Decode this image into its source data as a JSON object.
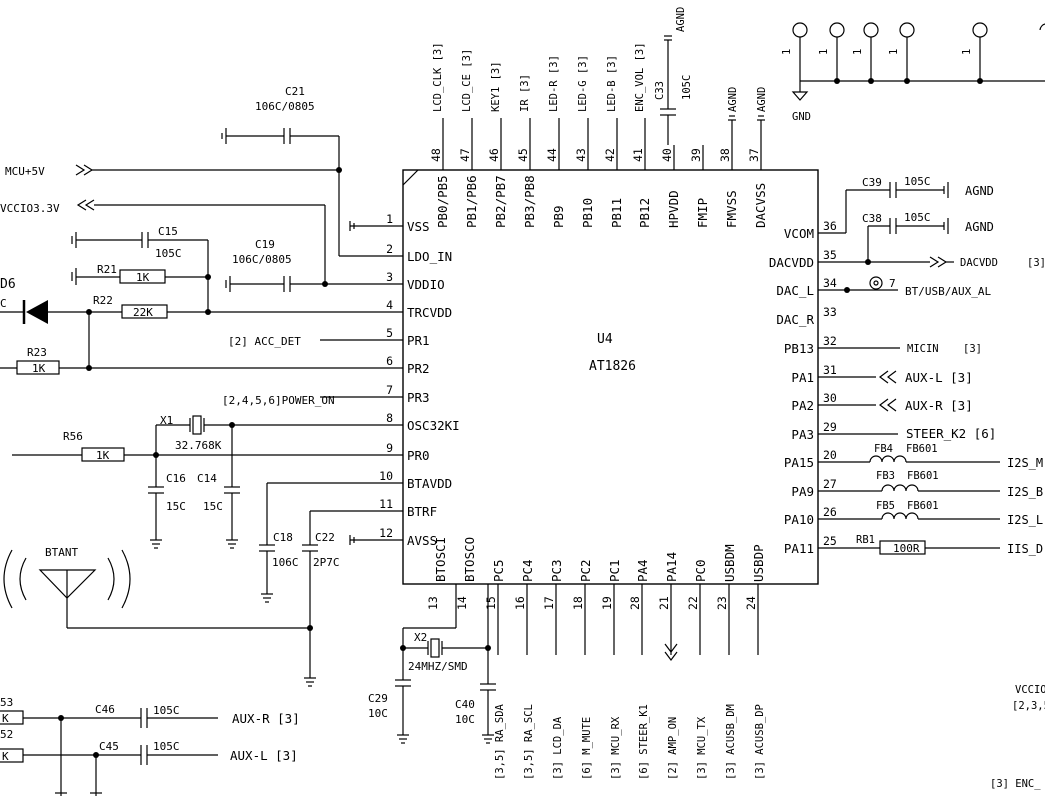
{
  "chip": {
    "ref": "U4",
    "part": "AT1826"
  },
  "left_pins": [
    {
      "num": "1",
      "name": "VSS"
    },
    {
      "num": "2",
      "name": "LDO_IN"
    },
    {
      "num": "3",
      "name": "VDDIO"
    },
    {
      "num": "4",
      "name": "TRCVDD"
    },
    {
      "num": "5",
      "name": "PR1"
    },
    {
      "num": "6",
      "name": "PR2"
    },
    {
      "num": "7",
      "name": "PR3"
    },
    {
      "num": "8",
      "name": "OSC32KI"
    },
    {
      "num": "9",
      "name": "PR0"
    },
    {
      "num": "10",
      "name": "BTAVDD"
    },
    {
      "num": "11",
      "name": "BTRF"
    },
    {
      "num": "12",
      "name": "AVSS"
    }
  ],
  "top_pins": [
    {
      "num": "48",
      "name": "PB0/PB5",
      "net": "LCD_CLK [3]"
    },
    {
      "num": "47",
      "name": "PB1/PB6",
      "net": "LCD_CE [3]"
    },
    {
      "num": "46",
      "name": "PB2/PB7",
      "net": "KEY1 [3]"
    },
    {
      "num": "45",
      "name": "PB3/PB8",
      "net": "IR [3]"
    },
    {
      "num": "44",
      "name": "PB9",
      "net": "LED-R [3]"
    },
    {
      "num": "43",
      "name": "PB10",
      "net": "LED-G [3]"
    },
    {
      "num": "42",
      "name": "PB11",
      "net": "LED-B [3]"
    },
    {
      "num": "41",
      "name": "PB12",
      "net": "ENC_VOL [3]"
    },
    {
      "num": "40",
      "name": "HPVDD",
      "net": ""
    },
    {
      "num": "39",
      "name": "FMIP",
      "net": ""
    },
    {
      "num": "38",
      "name": "FMVSS",
      "net": "AGND"
    },
    {
      "num": "37",
      "name": "DACVSS",
      "net": "AGND"
    }
  ],
  "right_pins": [
    {
      "num": "36",
      "name": "VCOM"
    },
    {
      "num": "35",
      "name": "DACVDD"
    },
    {
      "num": "34",
      "name": "DAC_L"
    },
    {
      "num": "33",
      "name": "DAC_R"
    },
    {
      "num": "32",
      "name": "PB13"
    },
    {
      "num": "31",
      "name": "PA1"
    },
    {
      "num": "30",
      "name": "PA2"
    },
    {
      "num": "29",
      "name": "PA3"
    },
    {
      "num": "20",
      "name": "PA15"
    },
    {
      "num": "27",
      "name": "PA9"
    },
    {
      "num": "26",
      "name": "PA10"
    },
    {
      "num": "25",
      "name": "PA11"
    }
  ],
  "bottom_pins": [
    {
      "num": "13",
      "name": "BTOSCI",
      "net": ""
    },
    {
      "num": "14",
      "name": "BTOSCO",
      "net": ""
    },
    {
      "num": "15",
      "name": "PC5",
      "net": "[3,5] RA_SDA"
    },
    {
      "num": "16",
      "name": "PC4",
      "net": "[3,5] RA_SCL"
    },
    {
      "num": "17",
      "name": "PC3",
      "net": "[3] LCD_DA"
    },
    {
      "num": "18",
      "name": "PC2",
      "net": "[6] M_MUTE"
    },
    {
      "num": "19",
      "name": "PC1",
      "net": "[3] MCU_RX"
    },
    {
      "num": "28",
      "name": "PA4",
      "net": "[6] STEER_K1"
    },
    {
      "num": "21",
      "name": "PA14",
      "net": "[2] AMP_ON"
    },
    {
      "num": "22",
      "name": "PC0",
      "net": "[3] MCU_TX"
    },
    {
      "num": "23",
      "name": "USBDM",
      "net": "[3] ACUSB_DM"
    },
    {
      "num": "24",
      "name": "USBDP",
      "net": "[3] ACUSB_DP"
    }
  ],
  "labels": {
    "mcu5v": "MCU+5V",
    "vccio33": "VCCIO3.3V",
    "d6": "D6",
    "c_frag": "C",
    "acc_det": "[2]  ACC_DET",
    "power_on": "[2,4,5,6]POWER_ON",
    "btant": "BTANT",
    "gnd": "GND",
    "agnd": "AGND",
    "dacvdd_net": "DACVDD",
    "dacvdd_ref": "[3]",
    "bt_usb_aux": "BT/USB/AUX_AL",
    "conn_pin7": "7",
    "micin": "MICIN",
    "micin_ref": "[3]",
    "aux_l": "AUX-L  [3]",
    "aux_r": "AUX-R  [3]",
    "steer_k2": "STEER_K2  [6]",
    "i2s_m": "I2S_M",
    "i2s_b": "I2S_B",
    "i2s_l": "I2S_L",
    "iis_d": "IIS_D",
    "aux_r_bottom": "AUX-R  [3]",
    "aux_l_bottom": "AUX-L  [3]",
    "vccio_frag": "VCCIO",
    "vccio_ref_frag": "[2,3,5",
    "enc_frag": "[3]  ENC_",
    "r53_frag": "53",
    "r52_frag": "52",
    "k_frag": "K",
    "gnd_pin": "1"
  },
  "components": {
    "c21": {
      "ref": "C21",
      "val": "106C/0805"
    },
    "c15": {
      "ref": "C15",
      "val": "105C"
    },
    "c19": {
      "ref": "C19",
      "val": "106C/0805"
    },
    "r21": {
      "ref": "R21",
      "val": "1K"
    },
    "r22": {
      "ref": "R22",
      "val": "22K"
    },
    "r23": {
      "ref": "R23",
      "val": "1K"
    },
    "r56": {
      "ref": "R56",
      "val": "1K"
    },
    "x1": {
      "ref": "X1",
      "val": "32.768K"
    },
    "c16": {
      "ref": "C16",
      "val": "15C"
    },
    "c14": {
      "ref": "C14",
      "val": "15C"
    },
    "c18": {
      "ref": "C18",
      "val": "106C"
    },
    "c22": {
      "ref": "C22",
      "val": "2P7C"
    },
    "x2": {
      "ref": "X2",
      "val": "24MHZ/SMD"
    },
    "c29": {
      "ref": "C29",
      "val": "10C"
    },
    "c40": {
      "ref": "C40",
      "val": "10C"
    },
    "c46": {
      "ref": "C46",
      "val": "105C"
    },
    "c45": {
      "ref": "C45",
      "val": "105C"
    },
    "c33": {
      "ref": "C33",
      "val": "105C"
    },
    "c39": {
      "ref": "C39",
      "val": "105C"
    },
    "c38": {
      "ref": "C38",
      "val": "105C"
    },
    "fb4": {
      "ref": "FB4",
      "val": "FB601"
    },
    "fb3": {
      "ref": "FB3",
      "val": "FB601"
    },
    "fb5": {
      "ref": "FB5",
      "val": "FB601"
    },
    "rb1": {
      "ref": "RB1",
      "val": "100R"
    }
  }
}
